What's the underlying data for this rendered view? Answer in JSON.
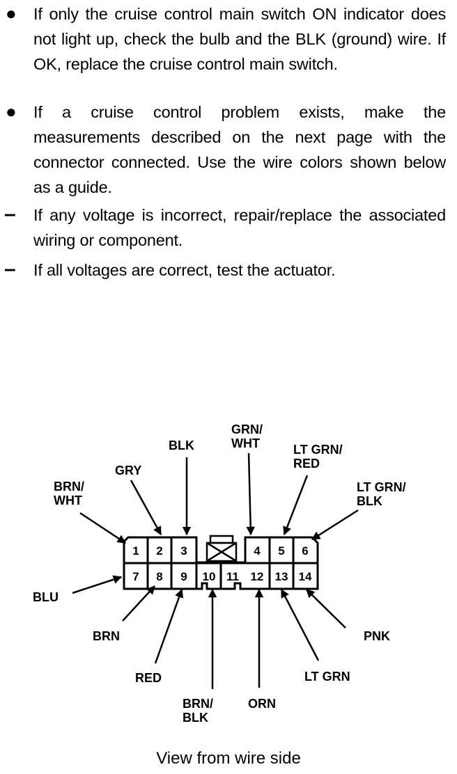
{
  "instructions": [
    {
      "marker": "●",
      "text": "If only the cruise control main switch ON indicator does not light up, check the bulb and the BLK (ground) wire. If OK, replace the cruise control main switch."
    },
    {
      "marker": "●",
      "text": "If a cruise control problem exists, make the measurements described on the next page with the connector connected. Use the wire colors shown below as a guide."
    },
    {
      "marker": "–",
      "text": "If any voltage is incorrect, repair/replace the associated wiring or component."
    },
    {
      "marker": "–",
      "text": "If all voltages are correct, test the actuator."
    }
  ],
  "connector": {
    "pins_top": [
      "1",
      "2",
      "3",
      "4",
      "5",
      "6"
    ],
    "pins_bottom": [
      "7",
      "8",
      "9",
      "10",
      "11",
      "12",
      "13",
      "14"
    ],
    "wires": {
      "p1": {
        "line1": "BRN/",
        "line2": "WHT"
      },
      "p2": {
        "line1": "GRY"
      },
      "p3": {
        "line1": "BLK"
      },
      "p4": {
        "line1": "GRN/",
        "line2": "WHT"
      },
      "p5": {
        "line1": "LT GRN/",
        "line2": "RED"
      },
      "p6": {
        "line1": "LT GRN/",
        "line2": "BLK"
      },
      "p7": {
        "line1": "BLU"
      },
      "p8": {
        "line1": "BRN"
      },
      "p9": {
        "line1": "RED"
      },
      "p10": {
        "line1": "BRN/",
        "line2": "BLK"
      },
      "p12": {
        "line1": "ORN"
      },
      "p13": {
        "line1": "LT GRN"
      },
      "p14": {
        "line1": "PNK"
      }
    }
  },
  "caption": "View from wire side"
}
